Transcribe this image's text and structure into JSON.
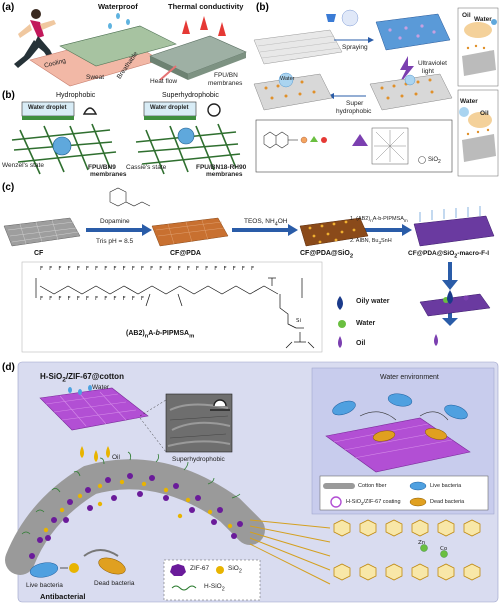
{
  "panel_a": {
    "label": "(a)",
    "waterproof": "Waterproof",
    "thermal": "Thermal conductivity",
    "cooling": "Cooling",
    "sweat": "Sweat",
    "breathable": "Breathable",
    "heat_flow": "Heat flow",
    "fpu_bn": "FPU/BN",
    "membranes": "membranes"
  },
  "panel_b_left": {
    "label": "(b)",
    "hydrophobic": "Hydrophobic",
    "superhydrophobic": "Superhydrophobic",
    "water_droplet": "Water droplet",
    "wenzel": "Wenzel's state",
    "cassie": "Cassie's state",
    "fpu_bn9": "FPU/BN9",
    "fpu_bn18": "FPU/BN18-RH90",
    "membranes": "membranes"
  },
  "panel_b_right": {
    "label": "(b)",
    "spraying": "Spraying",
    "ultraviolet": "Ultraviolet",
    "light": "light",
    "super": "Super",
    "hydrophobic": "hydrophobic",
    "water": "Water",
    "oil": "Oil",
    "sio2": "SiO",
    "sio2_sub": "2"
  },
  "panel_c": {
    "label": "(c)",
    "dopamine": "Dopamine",
    "tris": "Tris pH = 8.5",
    "cf": "CF",
    "cf_pda": "CF@PDA",
    "teos": "TEOS, NH",
    "teos_sub": "4",
    "teos_end": "OH",
    "cf_pda_sio2": "CF@PDA@SiO",
    "cf_pda_sio2_sub": "2",
    "step1": "1. (AB2)",
    "step1_sub": "n",
    "step1_end": "A-b-PIPMSA",
    "step1_sub2": "m",
    "step2": "2. AIBN, Bu",
    "step2_sub": "3",
    "step2_end": "SnH",
    "final": "CF@PDA@SiO",
    "final_sub": "2",
    "final_end": "-macro-F-l",
    "polymer_name": "(AB2)",
    "polymer_sub": "n",
    "polymer_mid": "A-",
    "polymer_b": "b",
    "polymer_end": "-PIPMSA",
    "polymer_sub2": "m",
    "fluorine": "F",
    "oily_water": "Oily water",
    "water": "Water",
    "oil": "Oil",
    "si": "Si"
  },
  "panel_d": {
    "label": "(d)",
    "title": "H-SiO",
    "title_sub": "2",
    "title_end": "/ZIF-67@cotton",
    "water": "Water",
    "oil": "Oil",
    "superhydrophobic": "Superhydrophobic",
    "water_env": "Water environment",
    "legend_cotton": "Cotton fiber",
    "legend_live": "Live bacteria",
    "legend_coating": "H-SiO",
    "legend_coating_sub": "2",
    "legend_coating_end": "/ZIF-67 coating",
    "legend_dead": "Dead bacteria",
    "live_bacteria": "Live bacteria",
    "dead_bacteria": "Dead bacteria",
    "antibacterial": "Antibacterial",
    "zif67": "ZIF-67",
    "sio2": "SiO",
    "sio2_sub": "2",
    "hsio2": "H-SiO",
    "hsio2_sub": "2",
    "zn": "Zn",
    "co": "Co"
  },
  "colors": {
    "panel_d_bg": "#d9dcf0",
    "fabric_purple": "#b24fd4",
    "zif_purple": "#6a1b9a",
    "sio2_gold": "#e8b400",
    "arrow_blue": "#2a5ca8",
    "cf_orange": "#c87030",
    "green_ball": "#6abf40"
  }
}
